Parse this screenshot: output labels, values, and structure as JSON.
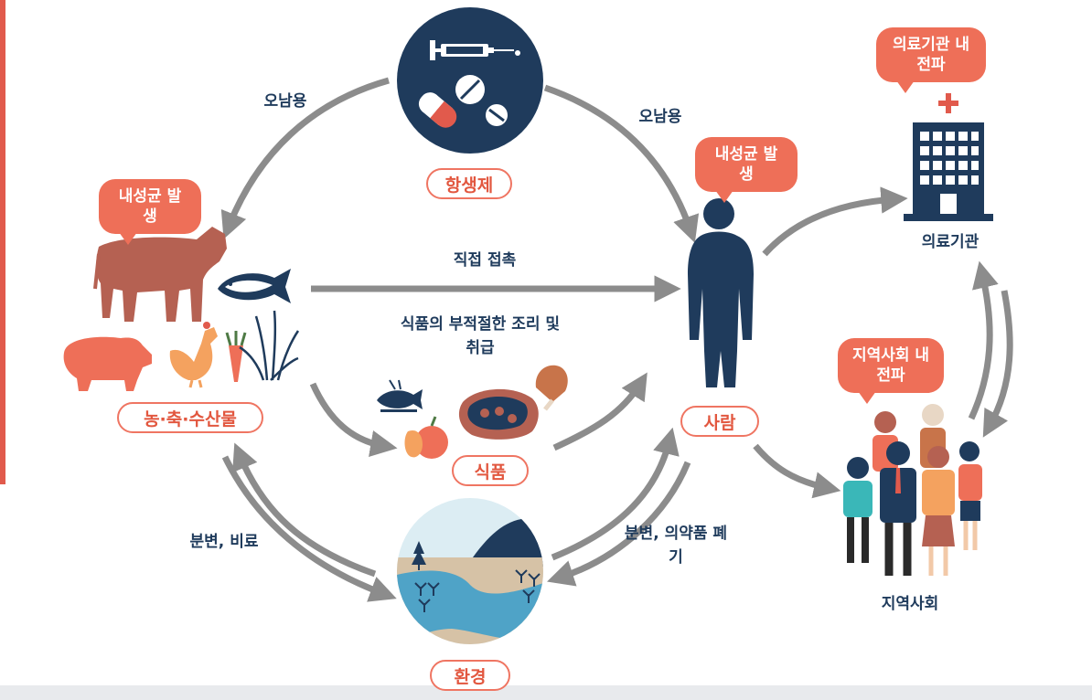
{
  "nodes": {
    "antibiotics": "항생제",
    "agri": "농·축·수산물",
    "food": "식품",
    "person": "사람",
    "environment": "환경",
    "hospital": "의료기관",
    "community": "지역사회"
  },
  "bubbles": {
    "resistance_agri": "내성균 발생",
    "resistance_person": "내성균 발생",
    "hospital_spread": "의료기관 내 전파",
    "community_spread": "지역사회 내 전파"
  },
  "edges": {
    "misuse_left": "오남용",
    "misuse_right": "오남용",
    "direct_contact": "직접 접촉",
    "improper_cooking": "식품의 부적절한 조리 및 취급",
    "manure": "분변, 비료",
    "waste": "분변, 의약품 폐기"
  },
  "colors": {
    "navy": "#1f3b5c",
    "coral": "#ee6f58",
    "arrow_gray": "#8c8c8c"
  }
}
